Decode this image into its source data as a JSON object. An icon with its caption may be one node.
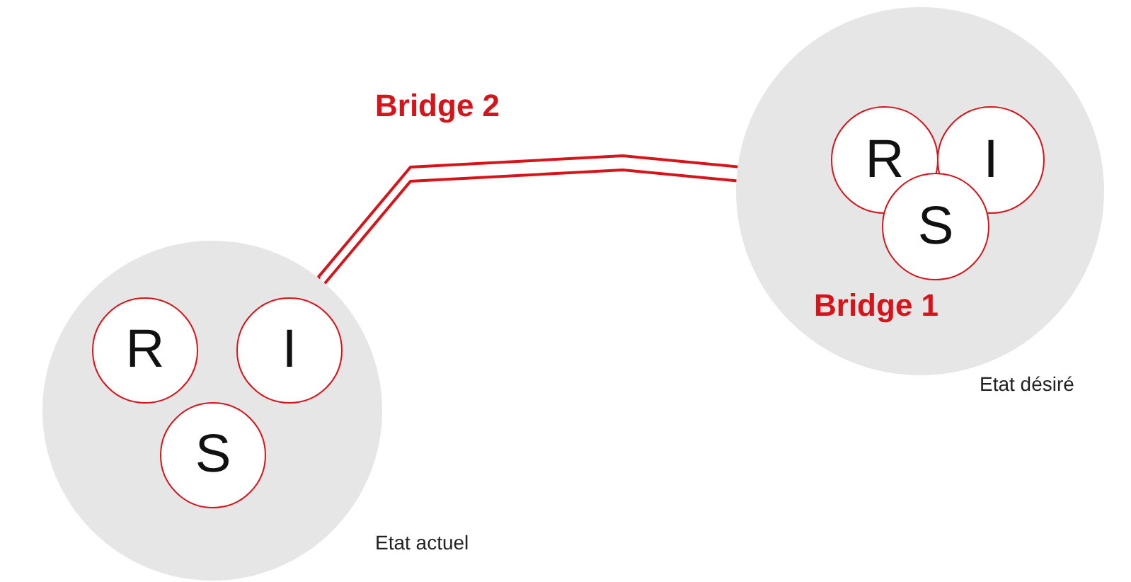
{
  "diagram": {
    "nodes": [
      {
        "text": [],
        "shape": "circle",
        "beside": [
          "Etat actuel"
        ]
      },
      {
        "text": [
          "R"
        ],
        "in": 0
      },
      {
        "text": [
          "I"
        ],
        "in": 0
      },
      {
        "text": [
          "S"
        ],
        "in": 0
      },
      {
        "text": [
          "Bridge 1"
        ],
        "beside": [
          "Etat désiré"
        ]
      },
      {
        "text": [
          "R"
        ],
        "in": 4
      },
      {
        "text": [
          "I"
        ],
        "in": 4
      },
      {
        "text": [
          "S"
        ],
        "in": 4
      }
    ],
    "edges": [
      {
        "from": 0,
        "to": 4,
        "arrow": "none",
        "label": "Bridge 2",
        "color": "#d7141a"
      }
    ]
  }
}
